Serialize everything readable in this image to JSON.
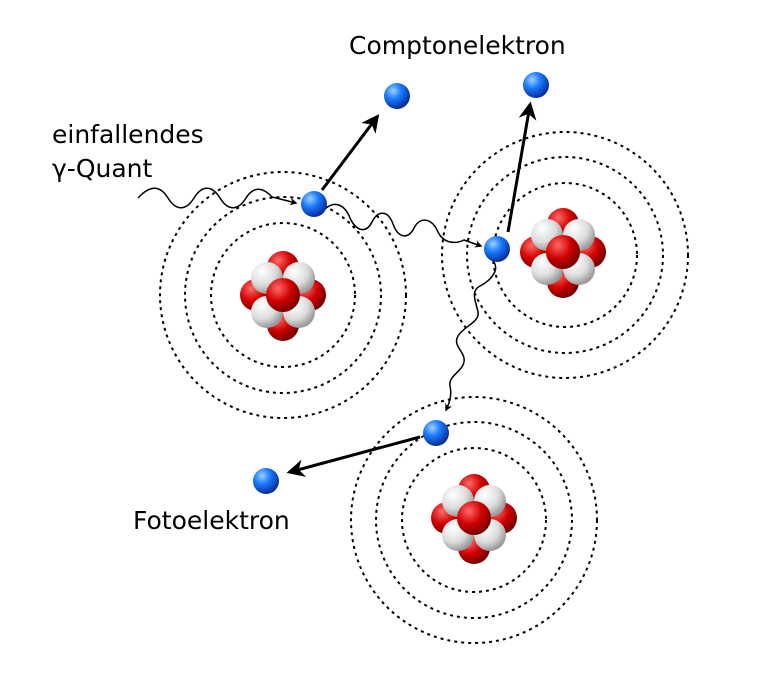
{
  "labels": {
    "incident_line1": "einfallendes",
    "incident_line2": "γ-Quant",
    "compton": "Comptonelektron",
    "photo": "Fotoelektron"
  },
  "colors": {
    "background": "#ffffff",
    "proton": "#cc0000",
    "neutron": "#d8d8d8",
    "electron": "#1565ff",
    "line": "#000000"
  }
}
